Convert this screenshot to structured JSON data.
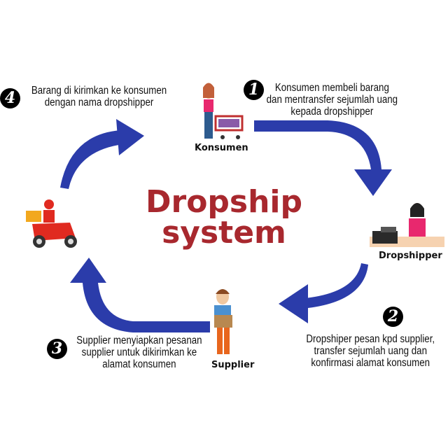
{
  "title": {
    "line1": "Dropship",
    "line2": "system"
  },
  "actors": {
    "konsumen": "Konsumen",
    "dropshipper": "Dropshipper",
    "supplier": "Supplier"
  },
  "steps": [
    {
      "number": "1",
      "lines": [
        "Konsumen membeli barang",
        "dan mentransfer sejumlah uang",
        "kepada dropshipper"
      ]
    },
    {
      "number": "2",
      "lines": [
        "Dropshiper pesan kpd supplier,",
        "transfer sejumlah uang dan",
        "konfirmasi alamat konsumen"
      ]
    },
    {
      "number": "3",
      "lines": [
        "Supplier menyiapkan pesanan",
        "supplier untuk dikirimkan ke",
        "alamat konsumen"
      ]
    },
    {
      "number": "4",
      "lines": [
        "Barang di kirimkan ke konsumen",
        "dengan nama dropshipper"
      ]
    }
  ],
  "colors": {
    "arrow": "#2b3caa",
    "title": "#a8282e"
  }
}
